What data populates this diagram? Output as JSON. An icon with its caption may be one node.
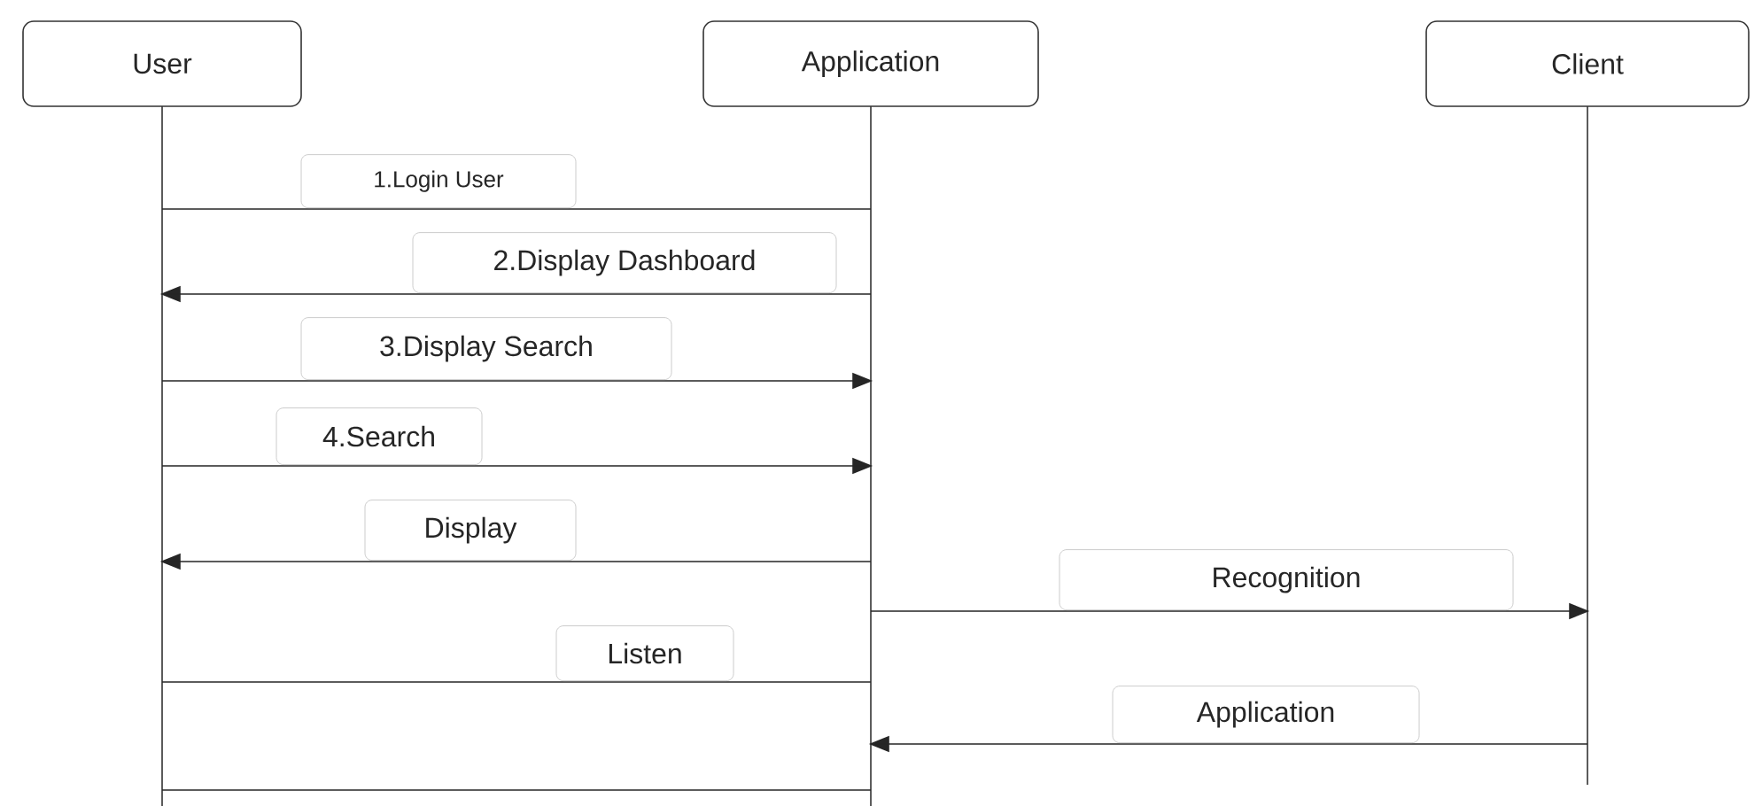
{
  "diagram": {
    "nodes": [
      {
        "text": [
          "User"
        ]
      },
      {
        "text": [
          "Application"
        ]
      },
      {
        "text": [
          "Client"
        ]
      }
    ],
    "edges": [
      {
        "from": 0,
        "to": 1,
        "arrow": "none",
        "label": "1.Login User"
      },
      {
        "from": 1,
        "to": 0,
        "arrow": "to",
        "label": "2.Display Dashboard"
      },
      {
        "from": 0,
        "to": 1,
        "arrow": "to",
        "label": "3.Display Search"
      },
      {
        "from": 0,
        "to": 1,
        "arrow": "to",
        "label": "4.Search"
      },
      {
        "from": 1,
        "to": 0,
        "arrow": "to",
        "label": "Display"
      },
      {
        "from": 1,
        "to": 2,
        "arrow": "to",
        "label": "Recognition"
      },
      {
        "from": 0,
        "to": 1,
        "arrow": "none",
        "label": "Listen"
      },
      {
        "from": 2,
        "to": 1,
        "arrow": "to",
        "label": "Application"
      },
      {
        "from": 0,
        "to": 1,
        "arrow": "none"
      }
    ]
  }
}
